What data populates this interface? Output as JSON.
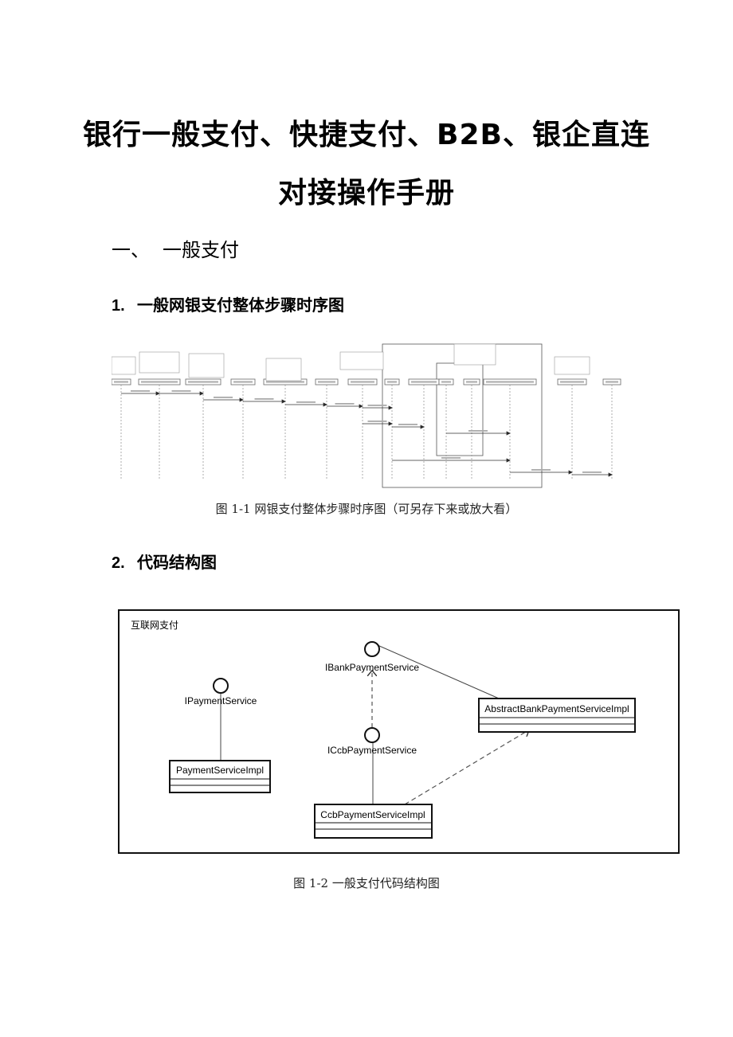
{
  "document": {
    "title_line1": "银行一般支付、快捷支付、B2B、银企直连",
    "title_line2": "对接操作手册",
    "section1": {
      "number": "一、",
      "title": "一般支付"
    },
    "subsections": [
      {
        "number": "1.",
        "title": "一般网银支付整体步骤时序图"
      },
      {
        "number": "2.",
        "title": "代码结构图"
      }
    ],
    "figures": [
      {
        "caption": "图 1-1  网银支付整体步骤时序图（可另存下来或放大看）"
      },
      {
        "caption": "图 1-2  一般支付代码结构图"
      }
    ]
  },
  "sequence_diagram": {
    "note": "Embedded sequence diagram image; text too small to be legible",
    "lifeline_count": 14
  },
  "class_diagram": {
    "frame_label": "互联网支付",
    "interfaces": [
      {
        "id": "ipayment",
        "name": "IPaymentService"
      },
      {
        "id": "ibank",
        "name": "IBankPaymentService"
      },
      {
        "id": "iccb",
        "name": "ICcbPaymentService"
      }
    ],
    "classes": [
      {
        "id": "paymentimpl",
        "name": "PaymentServiceImpl"
      },
      {
        "id": "abstractbank",
        "name": "AbstractBankPaymentServiceImpl"
      },
      {
        "id": "ccbimpl",
        "name": "CcbPaymentServiceImpl"
      }
    ],
    "relations": [
      {
        "from": "paymentimpl",
        "to": "ipayment",
        "type": "realization-lollipop"
      },
      {
        "from": "abstractbank",
        "to": "ibank",
        "type": "realization-lollipop"
      },
      {
        "from": "ccbimpl",
        "to": "iccb",
        "type": "realization-lollipop"
      },
      {
        "from": "iccb",
        "to": "ibank",
        "type": "dependency-dashed"
      },
      {
        "from": "ccbimpl",
        "to": "abstractbank",
        "type": "dependency-dashed"
      }
    ]
  }
}
